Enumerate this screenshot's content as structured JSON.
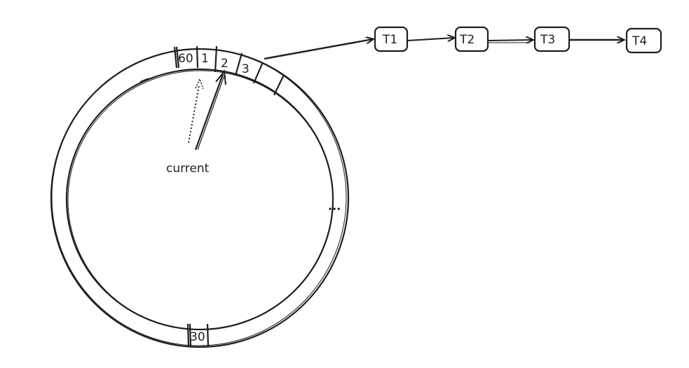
{
  "wheel": {
    "slots": [
      "60",
      "1",
      "2",
      "3"
    ],
    "bottom_slot": "30",
    "ellipsis": "..."
  },
  "pointer": {
    "label": "current"
  },
  "task_list": {
    "nodes": [
      "T1",
      "T2",
      "T3",
      "T4"
    ]
  },
  "colors": {
    "stroke": "#1e1e1e",
    "background": "#ffffff"
  }
}
